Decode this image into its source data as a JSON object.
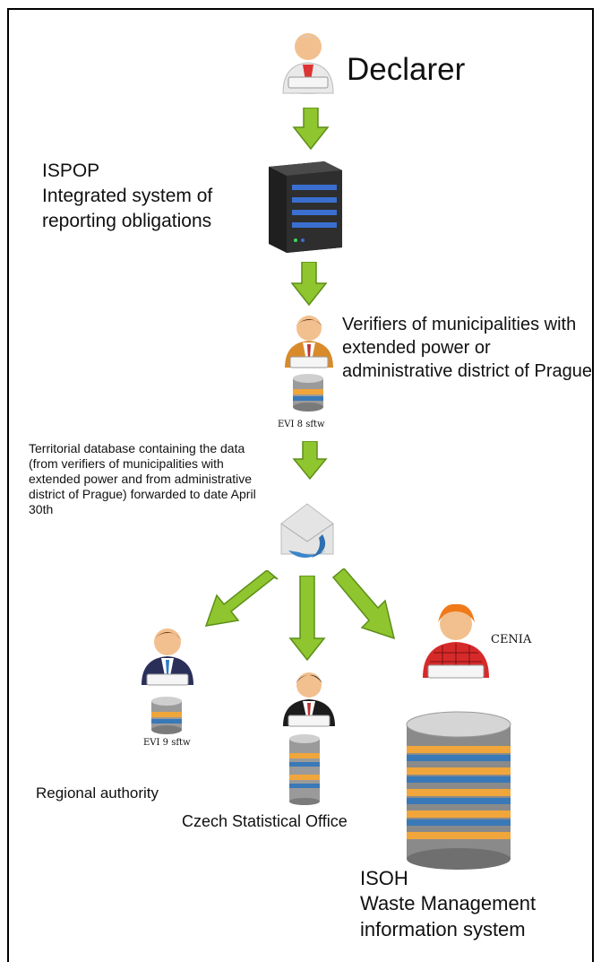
{
  "nodes": {
    "declarer": {
      "label": "Declarer"
    },
    "ispop": {
      "title": "ISPOP",
      "subtitle": "Integrated system of reporting obligations"
    },
    "verifiers": {
      "label": "Verifiers of municipalities with extended power or administrative district of Prague",
      "software": "EVI 8 sftw"
    },
    "territorial": {
      "label": "Territorial database containing the data (from verifiers of municipalities with extended power and from administrative district of Prague) forwarded to date April 30th"
    },
    "regional": {
      "label": "Regional authority",
      "software": "EVI 9 sftw"
    },
    "statistical": {
      "label": "Czech Statistical Office"
    },
    "cenia": {
      "label": "CENIA"
    },
    "isoh": {
      "title": "ISOH",
      "subtitle": "Waste Management information system"
    }
  },
  "colors": {
    "arrow": "#8fc52e",
    "arrow_dark": "#5d8f18",
    "skin": "#f2c08f",
    "server": "#2a2a2a",
    "db_gold": "#f0a63b",
    "db_blue": "#3a79b7"
  }
}
